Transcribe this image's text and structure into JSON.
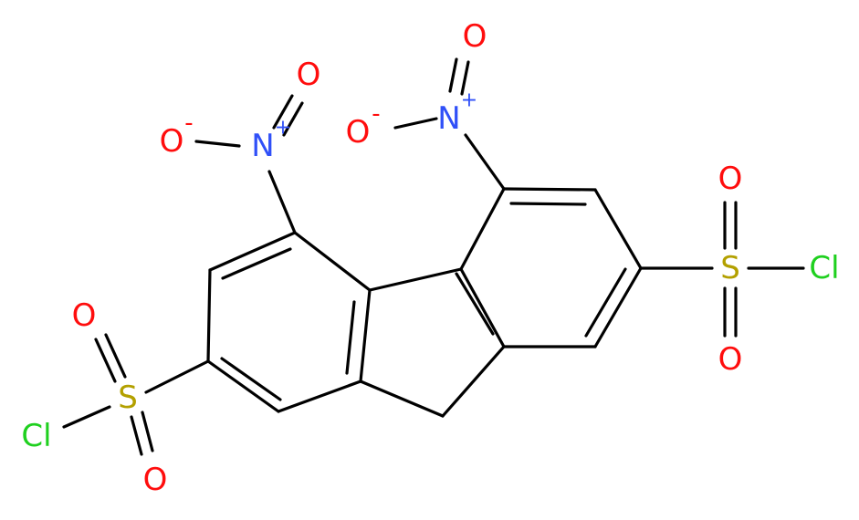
{
  "molecule": {
    "atoms": [
      {
        "id": "O1",
        "symbol": "O",
        "charge": "",
        "color": "#ff0d0d"
      },
      {
        "id": "N1",
        "symbol": "N",
        "charge": "+",
        "color": "#3050f8"
      },
      {
        "id": "O2",
        "symbol": "O",
        "charge": "-",
        "color": "#ff0d0d"
      },
      {
        "id": "O3",
        "symbol": "O",
        "charge": "",
        "color": "#ff0d0d"
      },
      {
        "id": "N2",
        "symbol": "N",
        "charge": "+",
        "color": "#3050f8"
      },
      {
        "id": "O4",
        "symbol": "O",
        "charge": "-",
        "color": "#ff0d0d"
      },
      {
        "id": "O5",
        "symbol": "O",
        "charge": "",
        "color": "#ff0d0d"
      },
      {
        "id": "S1",
        "symbol": "S",
        "charge": "",
        "color": "#b3a000"
      },
      {
        "id": "Cl1",
        "symbol": "Cl",
        "charge": "",
        "color": "#1fd01f"
      },
      {
        "id": "O6",
        "symbol": "O",
        "charge": "",
        "color": "#ff0d0d"
      },
      {
        "id": "O7",
        "symbol": "O",
        "charge": "",
        "color": "#ff0d0d"
      },
      {
        "id": "S2",
        "symbol": "S",
        "charge": "",
        "color": "#b3a000"
      },
      {
        "id": "Cl2",
        "symbol": "Cl",
        "charge": "",
        "color": "#1fd01f"
      },
      {
        "id": "O8",
        "symbol": "O",
        "charge": "",
        "color": "#ff0d0d"
      }
    ],
    "bond_color": "#000000"
  }
}
